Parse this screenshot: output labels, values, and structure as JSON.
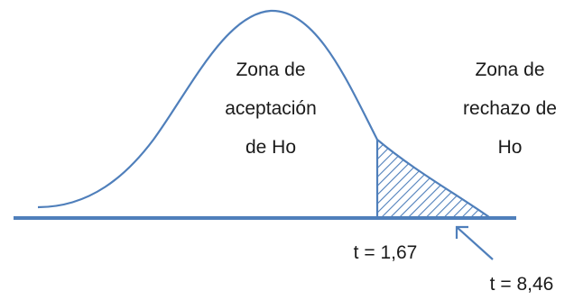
{
  "acceptance_zone": {
    "lines": [
      "Zona de",
      "aceptación",
      "de Ho"
    ]
  },
  "rejection_zone": {
    "lines": [
      "Zona de",
      "rechazo de",
      "Ho"
    ]
  },
  "critical_value_label": "t = 1,67",
  "test_statistic_label": "t = 8,46",
  "colors": {
    "curve": "#4f7fbb",
    "baseline": "#4f7fbb",
    "hatch": "#4f7fbb",
    "text": "#1a1a1a"
  }
}
